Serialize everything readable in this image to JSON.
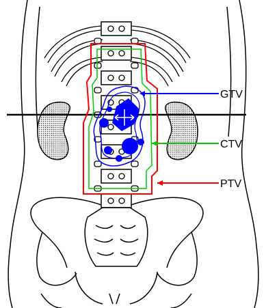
{
  "labels": {
    "gtv": "GTV",
    "ctv": "CTV",
    "ptv": "PTV"
  },
  "colors": {
    "gtv": "#0000ff",
    "ctv": "#00cc00",
    "ptv": "#ff0000",
    "outline": "#000000",
    "kidney_fill": "#a0a0a0"
  }
}
